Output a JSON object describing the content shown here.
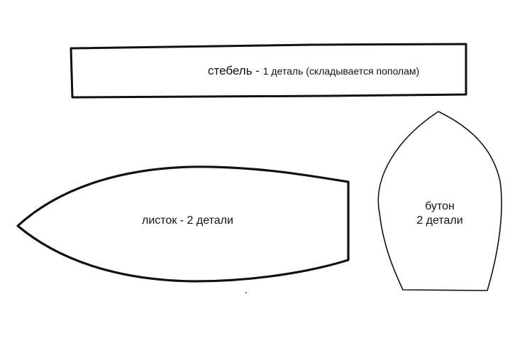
{
  "pieces": {
    "stem": {
      "label_name": "стебель",
      "label_separator": " - ",
      "label_detail": "1 деталь (складывается пополам)"
    },
    "leaf": {
      "label": "листок - 2 детали"
    },
    "bud": {
      "label_line1": "бутон",
      "label_line2": "2 детали"
    }
  },
  "colors": {
    "outline": "#111111",
    "background": "#ffffff"
  }
}
